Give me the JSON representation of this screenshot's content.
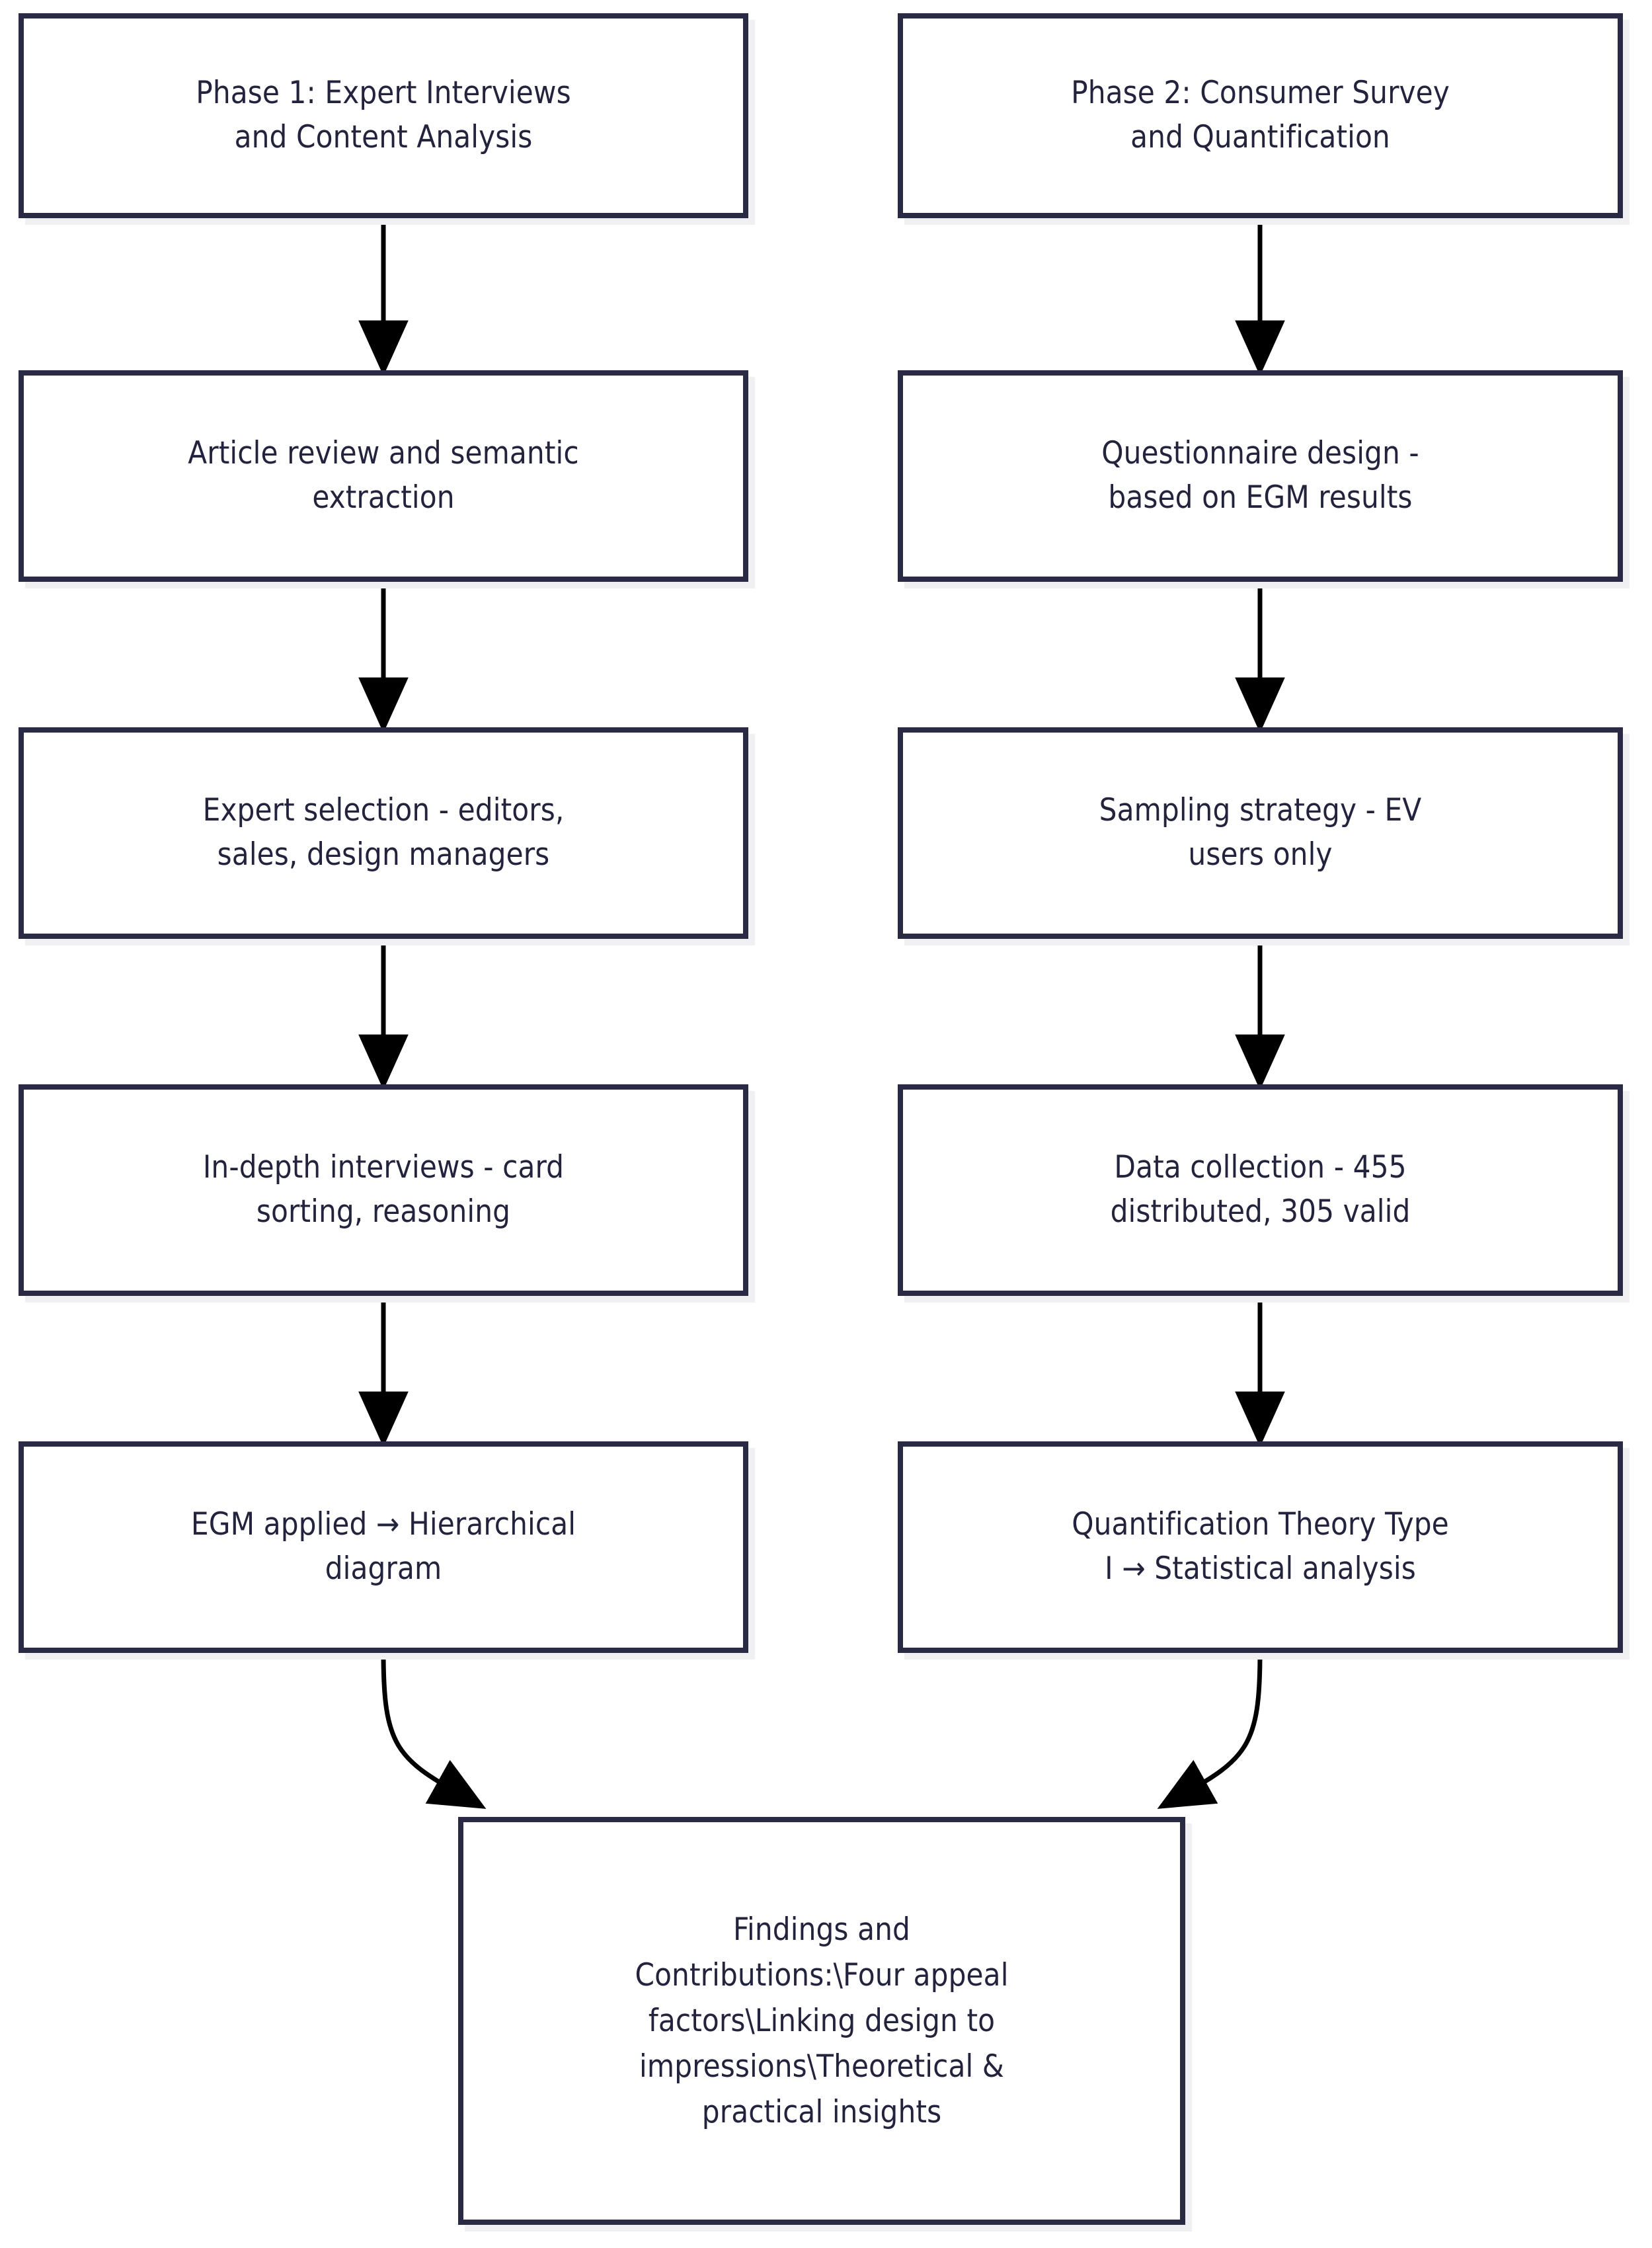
{
  "diagram": {
    "title": "Two-phase research methodology flowchart",
    "type": "flowchart",
    "direction": "top-to-bottom",
    "colors": {
      "node_border": "#2b2a44",
      "node_fill": "#ffffff",
      "node_text": "#24233d",
      "edge": "#000000",
      "shadow": "#f0f0f2",
      "background": "#ffffff"
    },
    "columns": {
      "left": {
        "nodes": [
          {
            "id": "p1",
            "label": "Phase 1: Expert Interviews\nand Content Analysis"
          },
          {
            "id": "l2",
            "label": "Article review and semantic\nextraction"
          },
          {
            "id": "l3",
            "label": "Expert selection - editors,\nsales, design managers"
          },
          {
            "id": "l4",
            "label": "In-depth interviews - card\nsorting, reasoning"
          },
          {
            "id": "l5",
            "label": "EGM applied → Hierarchical\ndiagram"
          }
        ]
      },
      "right": {
        "nodes": [
          {
            "id": "p2",
            "label": "Phase 2: Consumer Survey\nand Quantification"
          },
          {
            "id": "r2",
            "label": "Questionnaire design -\nbased on EGM results"
          },
          {
            "id": "r3",
            "label": "Sampling strategy - EV\nusers only"
          },
          {
            "id": "r4",
            "label": "Data collection - 455\ndistributed, 305 valid"
          },
          {
            "id": "r5",
            "label": "Quantification Theory Type\nI → Statistical analysis"
          }
        ]
      }
    },
    "outcome": {
      "id": "out",
      "label": "Findings and\nContributions:\\Four appeal\nfactors\\Linking design to\nimpressions\\Theoretical &\npractical insights"
    },
    "edges": [
      {
        "from": "p1",
        "to": "l2",
        "style": "straight-arrow"
      },
      {
        "from": "l2",
        "to": "l3",
        "style": "straight-arrow"
      },
      {
        "from": "l3",
        "to": "l4",
        "style": "straight-arrow"
      },
      {
        "from": "l4",
        "to": "l5",
        "style": "straight-arrow"
      },
      {
        "from": "p2",
        "to": "r2",
        "style": "straight-arrow"
      },
      {
        "from": "r2",
        "to": "r3",
        "style": "straight-arrow"
      },
      {
        "from": "r3",
        "to": "r4",
        "style": "straight-arrow"
      },
      {
        "from": "r4",
        "to": "r5",
        "style": "straight-arrow"
      },
      {
        "from": "l5",
        "to": "out",
        "style": "curved-arrow"
      },
      {
        "from": "r5",
        "to": "out",
        "style": "curved-arrow"
      }
    ]
  }
}
